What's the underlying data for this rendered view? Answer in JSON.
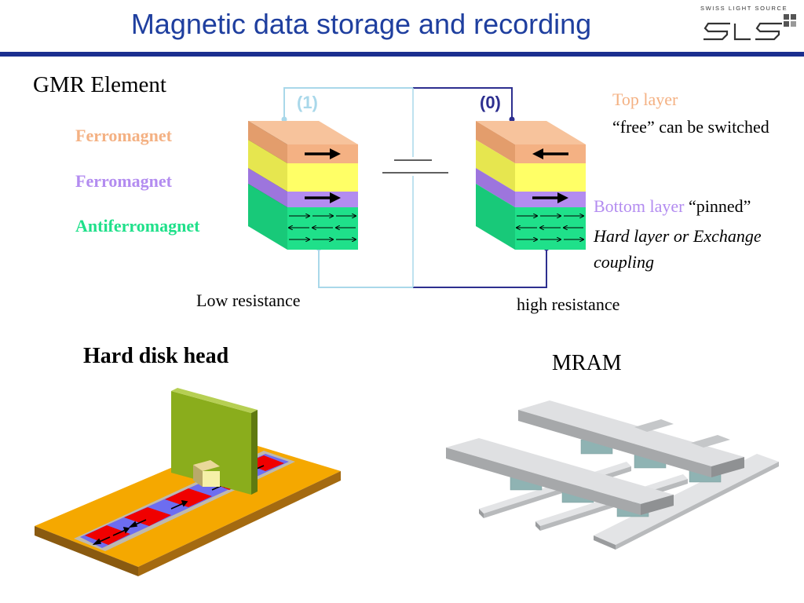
{
  "slide": {
    "title": "Magnetic data storage and recording",
    "logo": {
      "top_text": "SWISS LIGHT SOURCE",
      "mark": "SLS"
    }
  },
  "gmr": {
    "heading": "GMR Element",
    "layers": [
      {
        "label": "Ferromagnet",
        "color": "#f4b183"
      },
      {
        "label": "Ferromagnet",
        "color": "#b38cf0"
      },
      {
        "label": "Antiferromagnet",
        "color": "#1fe08a"
      }
    ],
    "state_left": "(1)",
    "state_right": "(0)",
    "top_layer": "Top layer",
    "top_layer_desc": "“free” can be switched",
    "bottom_layer": "Bottom layer",
    "bottom_layer_desc": "“pinned”",
    "bottom_layer_alt": "Hard layer or Exchange coupling",
    "low_resistance": "Low resistance",
    "high_resistance": "high resistance"
  },
  "hard_disk": {
    "heading": "Hard disk head"
  },
  "mram": {
    "heading": "MRAM"
  },
  "colors": {
    "title_blue": "#1f3f9f",
    "rule": "#1b2f8f",
    "top_ferro": "#f4b183",
    "spacer_yellow": "#ffff66",
    "pinned_ferro": "#b38cf0",
    "antiferro": "#1fe08a",
    "wire_light": "#a9d8ea",
    "wire_dark": "#2d2f8f",
    "disk_orange": "#f5a800",
    "track_blue": "#6d6df0",
    "bit_red": "#f00000",
    "head_green": "#8aad1c",
    "mram_grey": "#cfd1d3",
    "mram_cell": "#8fb3b3"
  }
}
